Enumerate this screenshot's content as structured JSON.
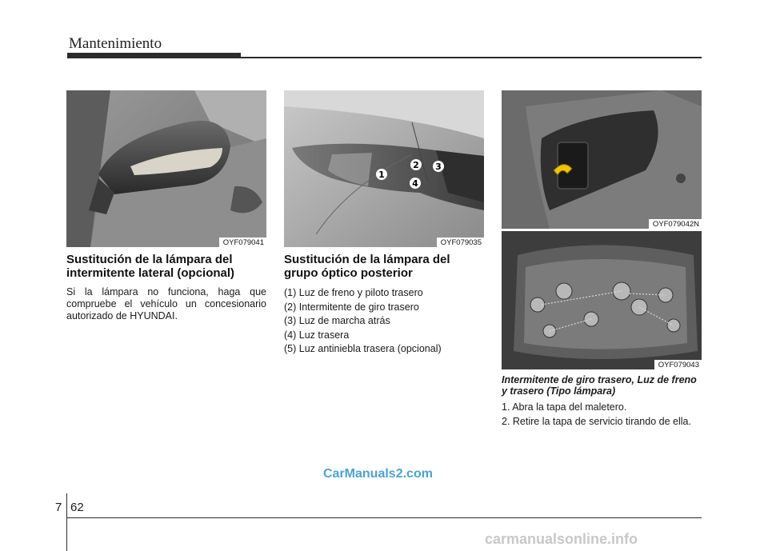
{
  "header": {
    "title": "Mantenimiento"
  },
  "photos": {
    "mirror": {
      "code": "OYF079041"
    },
    "taillamp": {
      "code": "OYF079035",
      "callouts": [
        "1",
        "2",
        "3",
        "4"
      ]
    },
    "cover": {
      "code": "OYF079042N"
    },
    "bulbs": {
      "code": "OYF079043"
    }
  },
  "left_col": {
    "title": "Sustitución de la lámpara del intermitente lateral (opcional)",
    "body": "Si la lámpara no funciona, haga que compruebe el vehículo un concesionario autorizado de HYUNDAI."
  },
  "mid_col": {
    "title": "Sustitución de la lámpara del grupo óptico posterior",
    "items": [
      "(1) Luz de freno y piloto trasero",
      "(2) Intermitente de giro trasero",
      "(3) Luz de marcha atrás",
      "(4) Luz trasera",
      "(5) Luz antiniebla trasera (opcional)"
    ]
  },
  "right_col": {
    "subtitle": "Intermitente de giro trasero, Luz de freno y trasero (Tipo lámpara)",
    "steps": [
      "1. Abra la tapa del maletero.",
      "2. Retire la tapa de servicio tirando de ella."
    ]
  },
  "footer": {
    "chapter": "7",
    "page": "62",
    "watermark": "CarManuals2.com",
    "watermark2": "carmanualsonline.info"
  }
}
